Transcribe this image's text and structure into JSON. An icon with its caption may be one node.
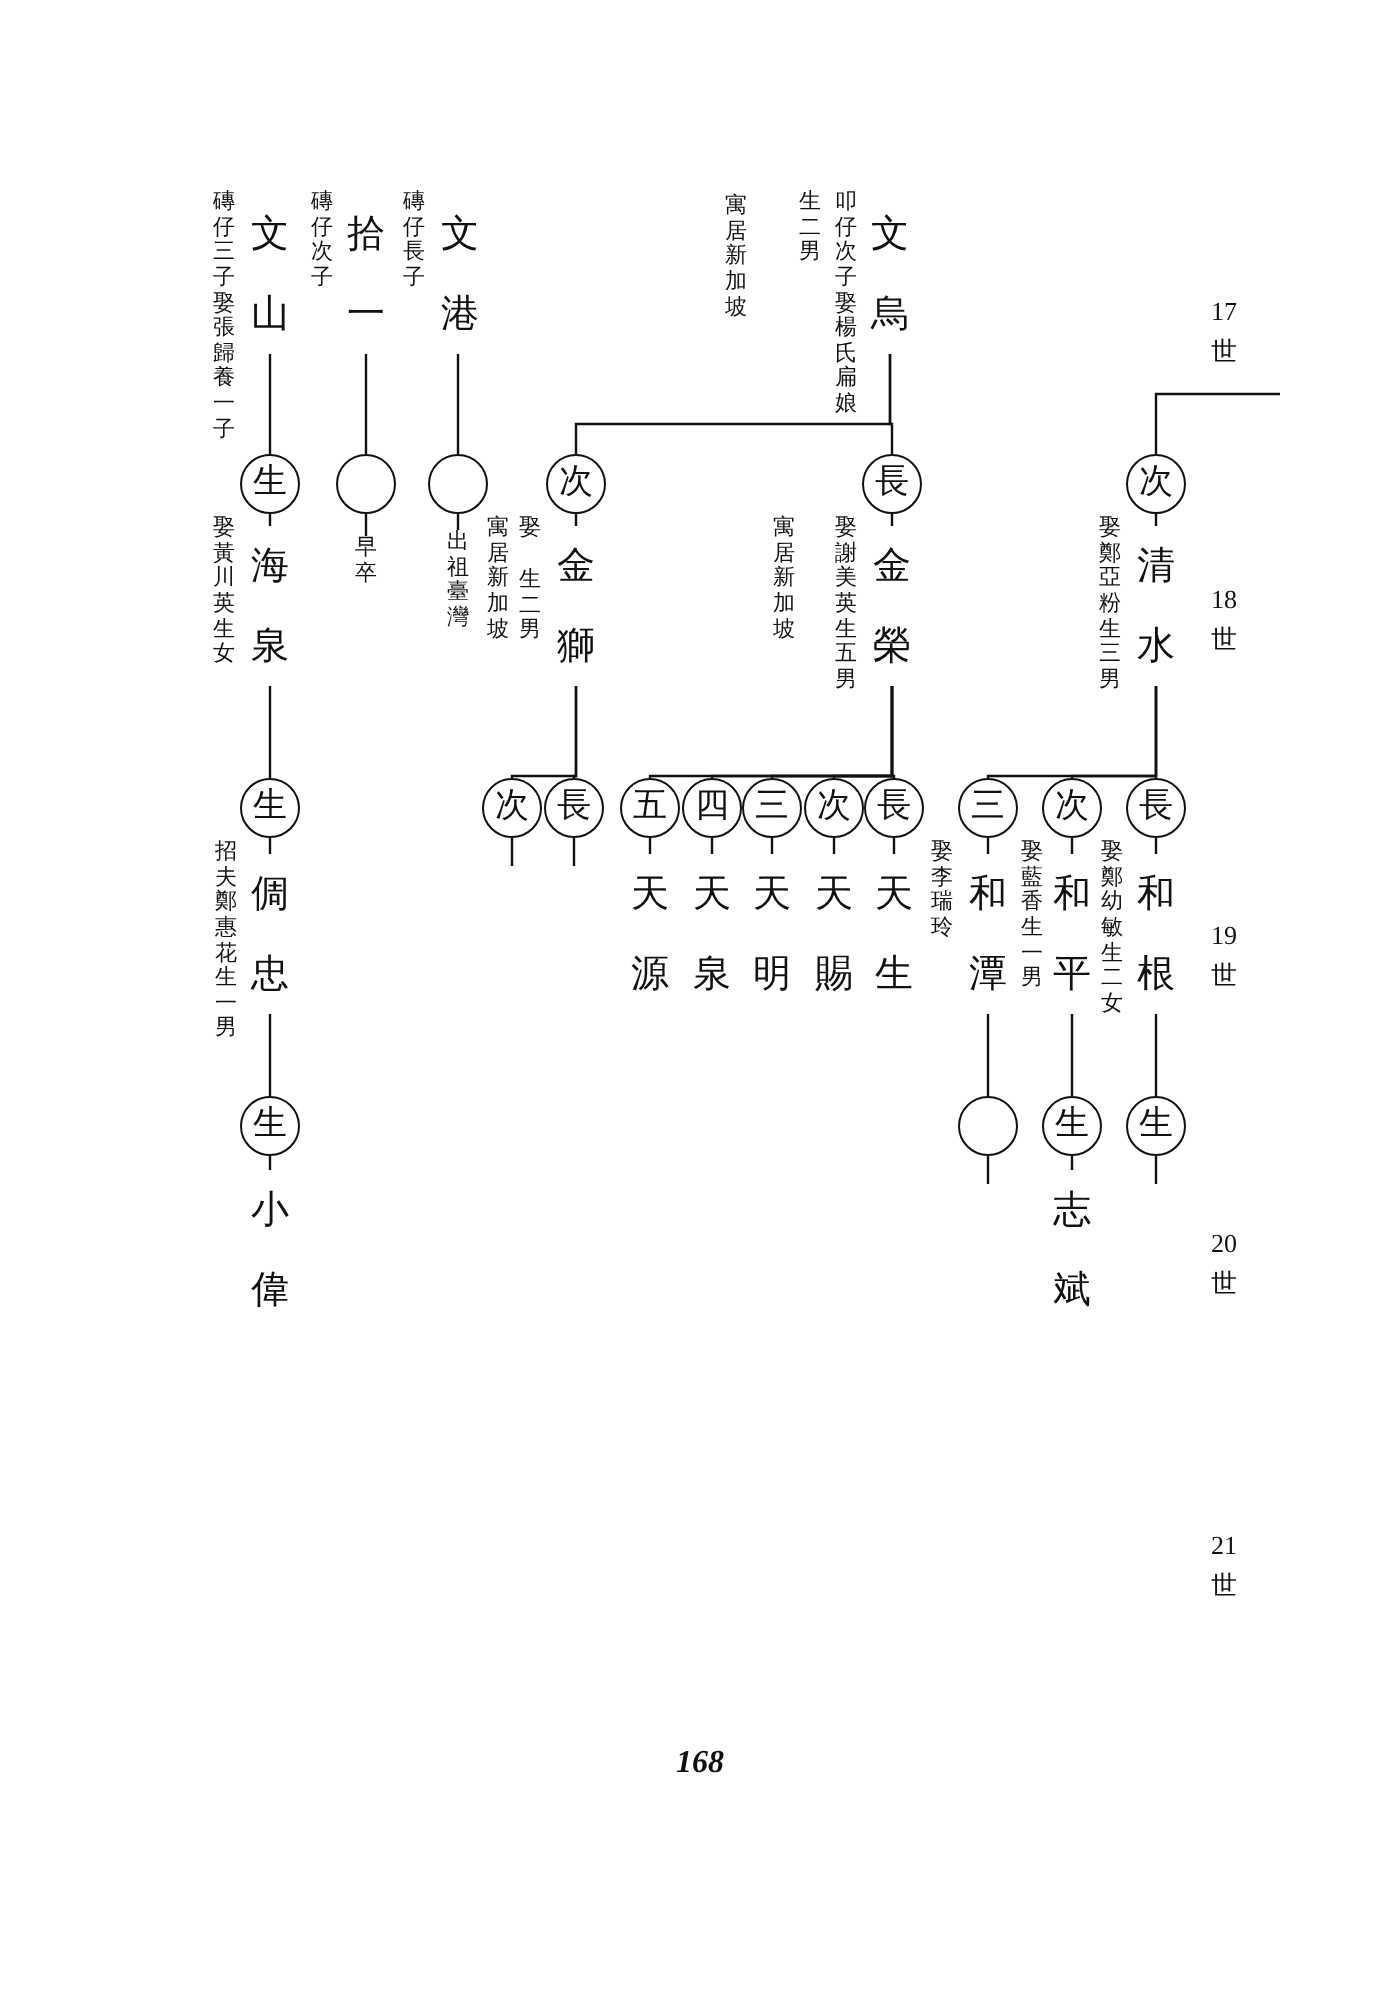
{
  "diagram": {
    "nodes": [
      {
        "text": [
          "文烏"
        ],
        "beside": [
          "叩仔次子娶楊氏扁娘",
          "生二男",
          "寓居新加坡"
        ]
      },
      {
        "text": [
          "文港"
        ],
        "beside": [
          "磚仔長子"
        ]
      },
      {
        "text": [
          "拾一"
        ],
        "beside": [
          "磚仔次子"
        ]
      },
      {
        "text": [
          "文山"
        ],
        "beside": [
          "磚仔三子娶張歸養一子"
        ]
      },
      {
        "text": [
          "次"
        ]
      },
      {
        "text": [
          "長"
        ]
      },
      {
        "text": [
          "次"
        ]
      },
      {
        "text": [],
        "shape": "circle"
      },
      {
        "text": [],
        "shape": "circle"
      },
      {
        "text": [
          "生"
        ]
      },
      {
        "text": [
          "清水"
        ],
        "beside": [
          "娶鄭亞粉生三男"
        ]
      },
      {
        "text": [
          "金榮"
        ],
        "beside": [
          "娶謝美英生五男",
          "寓居新加坡"
        ]
      },
      {
        "text": [
          "金獅"
        ],
        "beside": [
          "娶",
          "生二男",
          "寓居新加坡"
        ]
      },
      {
        "text": [
          "出祖臺灣"
        ]
      },
      {
        "text": [
          "早卒"
        ]
      },
      {
        "text": [
          "海泉"
        ],
        "beside": [
          "娶黃川英生女"
        ]
      },
      {
        "text": [
          "長"
        ]
      },
      {
        "text": [
          "次"
        ]
      },
      {
        "text": [
          "三"
        ]
      },
      {
        "text": [
          "長"
        ]
      },
      {
        "text": [
          "次"
        ]
      },
      {
        "text": [
          "三"
        ]
      },
      {
        "text": [
          "四"
        ]
      },
      {
        "text": [
          "五"
        ]
      },
      {
        "text": [
          "長"
        ]
      },
      {
        "text": [
          "次"
        ]
      },
      {
        "text": [
          "生"
        ]
      },
      {
        "text": [
          "和根"
        ],
        "beside": [
          "娶鄭幼敏生二女"
        ]
      },
      {
        "text": [
          "和平"
        ],
        "beside": [
          "娶藍香生一男"
        ]
      },
      {
        "text": [
          "和潭"
        ],
        "beside": [
          "娶李瑞玲"
        ]
      },
      {
        "text": [
          "天生"
        ]
      },
      {
        "text": [
          "天賜"
        ]
      },
      {
        "text": [
          "天明"
        ]
      },
      {
        "text": [
          "天泉"
        ]
      },
      {
        "text": [
          "天源"
        ]
      },
      {
        "text": [
          "倜忠"
        ],
        "beside": [
          "招夫鄭惠花生一男"
        ]
      },
      {
        "text": [
          "生"
        ]
      },
      {
        "text": [
          "生"
        ]
      },
      {
        "text": [],
        "shape": "circle"
      },
      {
        "text": [
          "生"
        ]
      },
      {
        "text": [
          "志斌"
        ]
      },
      {
        "text": [
          "小偉"
        ]
      }
    ],
    "edges": [
      {
        "from": null,
        "to": 4,
        "arrow": "none"
      },
      {
        "from": 0,
        "to": 5,
        "arrow": "none"
      },
      {
        "from": 0,
        "to": 6,
        "arrow": "none"
      },
      {
        "from": 1,
        "to": 7,
        "arrow": "none"
      },
      {
        "from": 2,
        "to": 8,
        "arrow": "none"
      },
      {
        "from": 3,
        "to": 9,
        "arrow": "none"
      },
      {
        "from": 4,
        "to": 10,
        "arrow": "none"
      },
      {
        "from": 5,
        "to": 11,
        "arrow": "none"
      },
      {
        "from": 6,
        "to": 12,
        "arrow": "none"
      },
      {
        "from": 7,
        "to": 13,
        "arrow": "none"
      },
      {
        "from": 8,
        "to": 14,
        "arrow": "none"
      },
      {
        "from": 9,
        "to": 15,
        "arrow": "none"
      },
      {
        "from": 10,
        "to": 16,
        "arrow": "none"
      },
      {
        "from": 10,
        "to": 17,
        "arrow": "none"
      },
      {
        "from": 10,
        "to": 18,
        "arrow": "none"
      },
      {
        "from": 11,
        "to": 19,
        "arrow": "none"
      },
      {
        "from": 11,
        "to": 20,
        "arrow": "none"
      },
      {
        "from": 11,
        "to": 21,
        "arrow": "none"
      },
      {
        "from": 11,
        "to": 22,
        "arrow": "none"
      },
      {
        "from": 11,
        "to": 23,
        "arrow": "none"
      },
      {
        "from": 12,
        "to": 24,
        "arrow": "none"
      },
      {
        "from": 12,
        "to": 25,
        "arrow": "none"
      },
      {
        "from": 15,
        "to": 26,
        "arrow": "none"
      },
      {
        "from": 16,
        "to": 27,
        "arrow": "none"
      },
      {
        "from": 17,
        "to": 28,
        "arrow": "none"
      },
      {
        "from": 18,
        "to": 29,
        "arrow": "none"
      },
      {
        "from": 19,
        "to": 30,
        "arrow": "none"
      },
      {
        "from": 20,
        "to": 31,
        "arrow": "none"
      },
      {
        "from": 21,
        "to": 32,
        "arrow": "none"
      },
      {
        "from": 22,
        "to": 33,
        "arrow": "none"
      },
      {
        "from": 23,
        "to": 34,
        "arrow": "none"
      },
      {
        "from": 26,
        "to": 35,
        "arrow": "none"
      },
      {
        "from": 24,
        "to": null,
        "arrow": "none"
      },
      {
        "from": 25,
        "to": null,
        "arrow": "none"
      },
      {
        "from": 27,
        "to": 36,
        "arrow": "none"
      },
      {
        "from": 28,
        "to": 37,
        "arrow": "none"
      },
      {
        "from": 29,
        "to": 38,
        "arrow": "none"
      },
      {
        "from": 35,
        "to": 39,
        "arrow": "none"
      },
      {
        "from": 36,
        "to": null,
        "arrow": "none"
      },
      {
        "from": 37,
        "to": 40,
        "arrow": "none"
      },
      {
        "from": 38,
        "to": null,
        "arrow": "none"
      },
      {
        "from": 39,
        "to": 41,
        "arrow": "none"
      }
    ],
    "labels": [
      "17世",
      "18世",
      "19世",
      "20世",
      "21世",
      "168"
    ]
  }
}
